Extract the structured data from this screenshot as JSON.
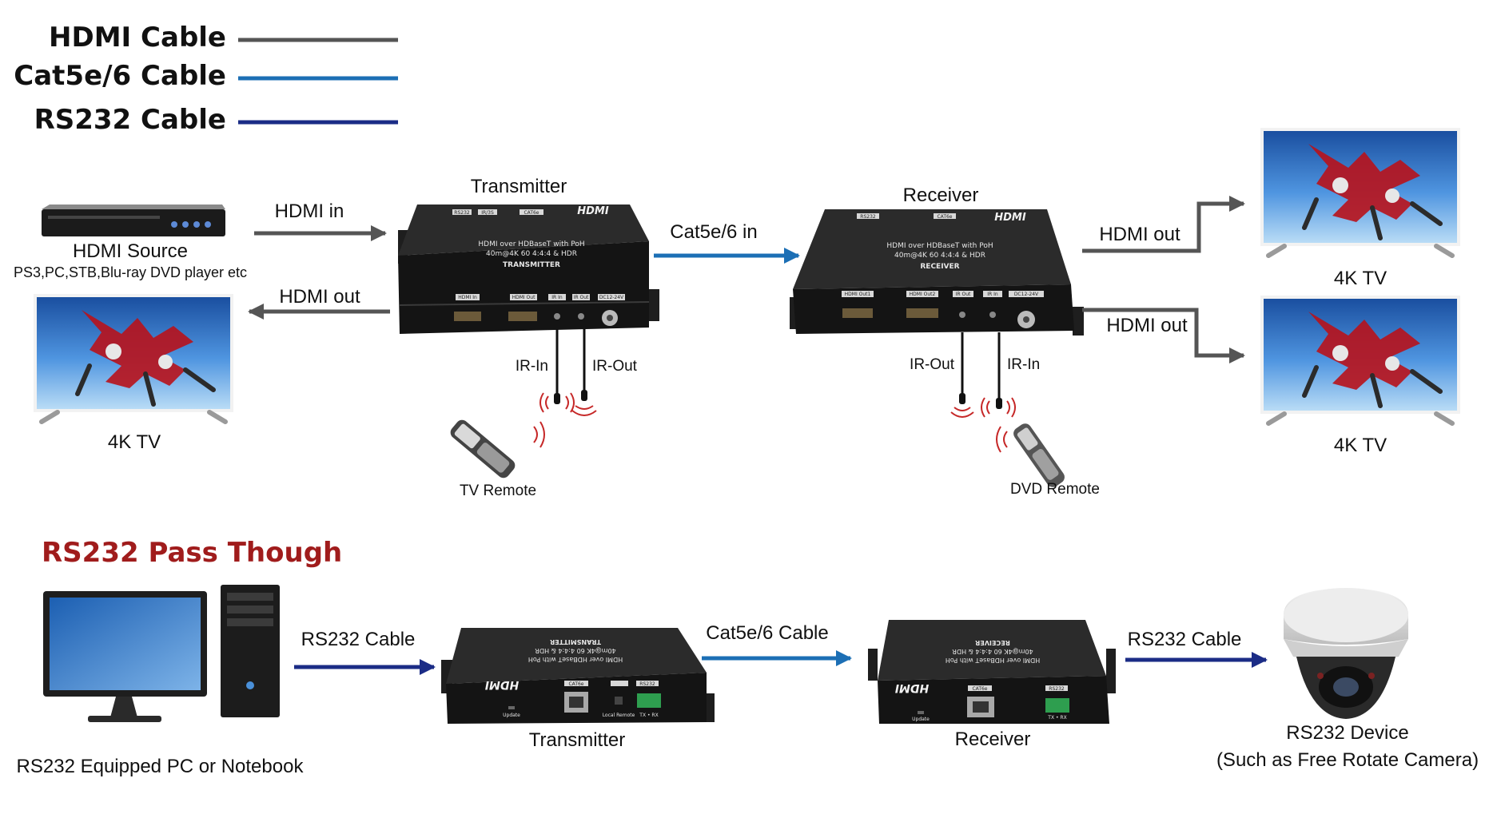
{
  "legend": {
    "hdmi": {
      "label": "HDMI Cable",
      "color": "#555555"
    },
    "cat": {
      "label": "Cat5e/6 Cable",
      "color": "#1c6fb5"
    },
    "rs232": {
      "label": "RS232 Cable",
      "color": "#1b2c86"
    }
  },
  "top": {
    "transmitter_title": "Transmitter",
    "receiver_title": "Receiver",
    "hdmi_in": "HDMI in",
    "hdmi_out_left": "HDMI out",
    "cat_in": "Cat5e/6 in",
    "hdmi_out_right1": "HDMI out",
    "hdmi_out_right2": "HDMI out",
    "source_name": "HDMI Source",
    "source_sub": "PS3,PC,STB,Blu-ray DVD player etc",
    "tv_left": "4K TV",
    "tv_right1": "4K TV",
    "tv_right2": "4K TV",
    "tx_ir_in": "IR-In",
    "tx_ir_out": "IR-Out",
    "rx_ir_out": "IR-Out",
    "rx_ir_in": "IR-In",
    "tv_remote": "TV Remote",
    "dvd_remote": "DVD Remote"
  },
  "device": {
    "brand": "HDMI",
    "desc1": "HDMI over HDBaseT with PoH",
    "desc2": "40m@4K 60 4:4:4 & HDR",
    "tx_name": "TRANSMITTER",
    "rx_name": "RECEIVER",
    "tx_top_ports": [
      "RS232",
      "IR/3S",
      "CAT6e"
    ],
    "rx_top_ports": [
      "RS232",
      "CAT6e"
    ],
    "tx_front_ports": [
      "HDMI In",
      "HDMI Out",
      "IR In",
      "IR Out",
      "DC12-24V"
    ],
    "rx_front_ports": [
      "HDMI Out1",
      "HDMI Out2",
      "IR Out",
      "IR In",
      "DC12-24V"
    ],
    "update": "Update",
    "local_remote": "Local Remote",
    "txrx": "TX • RX",
    "cat_port": "CAT6e",
    "rs232_port": "RS232"
  },
  "bottom": {
    "title": "RS232 Pass Though",
    "title_color": "#a01c1c",
    "rs232_cable_left": "RS232 Cable",
    "cat_cable": "Cat5e/6 Cable",
    "rs232_cable_right": "RS232 Cable",
    "pc_label": "RS232 Equipped PC or Notebook",
    "transmitter": "Transmitter",
    "receiver": "Receiver",
    "device1": "RS232 Device",
    "device2": "(Such as Free Rotate Camera)"
  }
}
